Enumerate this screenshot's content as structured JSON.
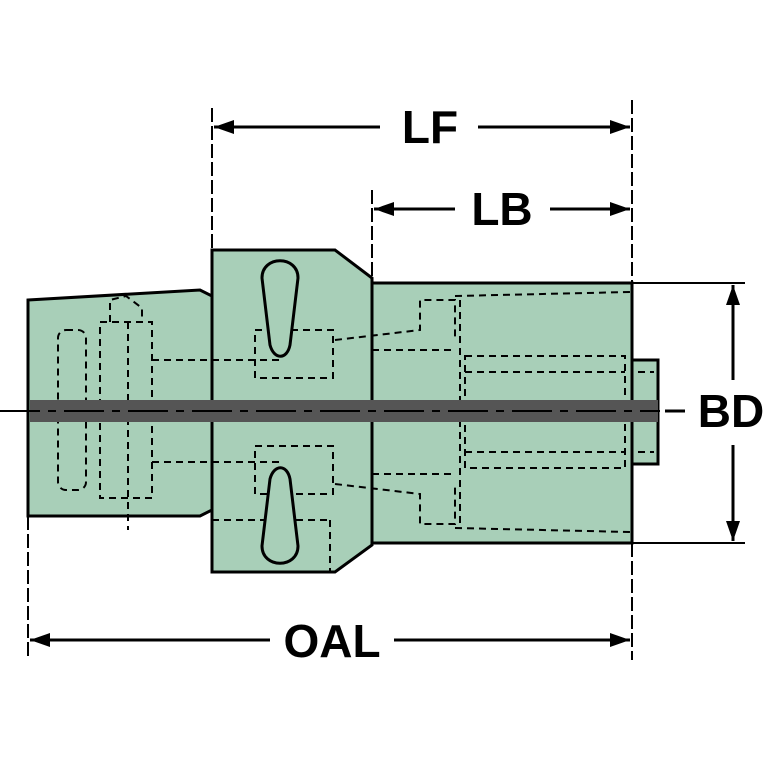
{
  "labels": {
    "lf": "LF",
    "lb": "LB",
    "bd": "BD",
    "oal": "OAL"
  },
  "colors": {
    "body_fill": "#a8cfb8",
    "outline": "#000000",
    "centerline": "#555555",
    "background": "#ffffff"
  }
}
